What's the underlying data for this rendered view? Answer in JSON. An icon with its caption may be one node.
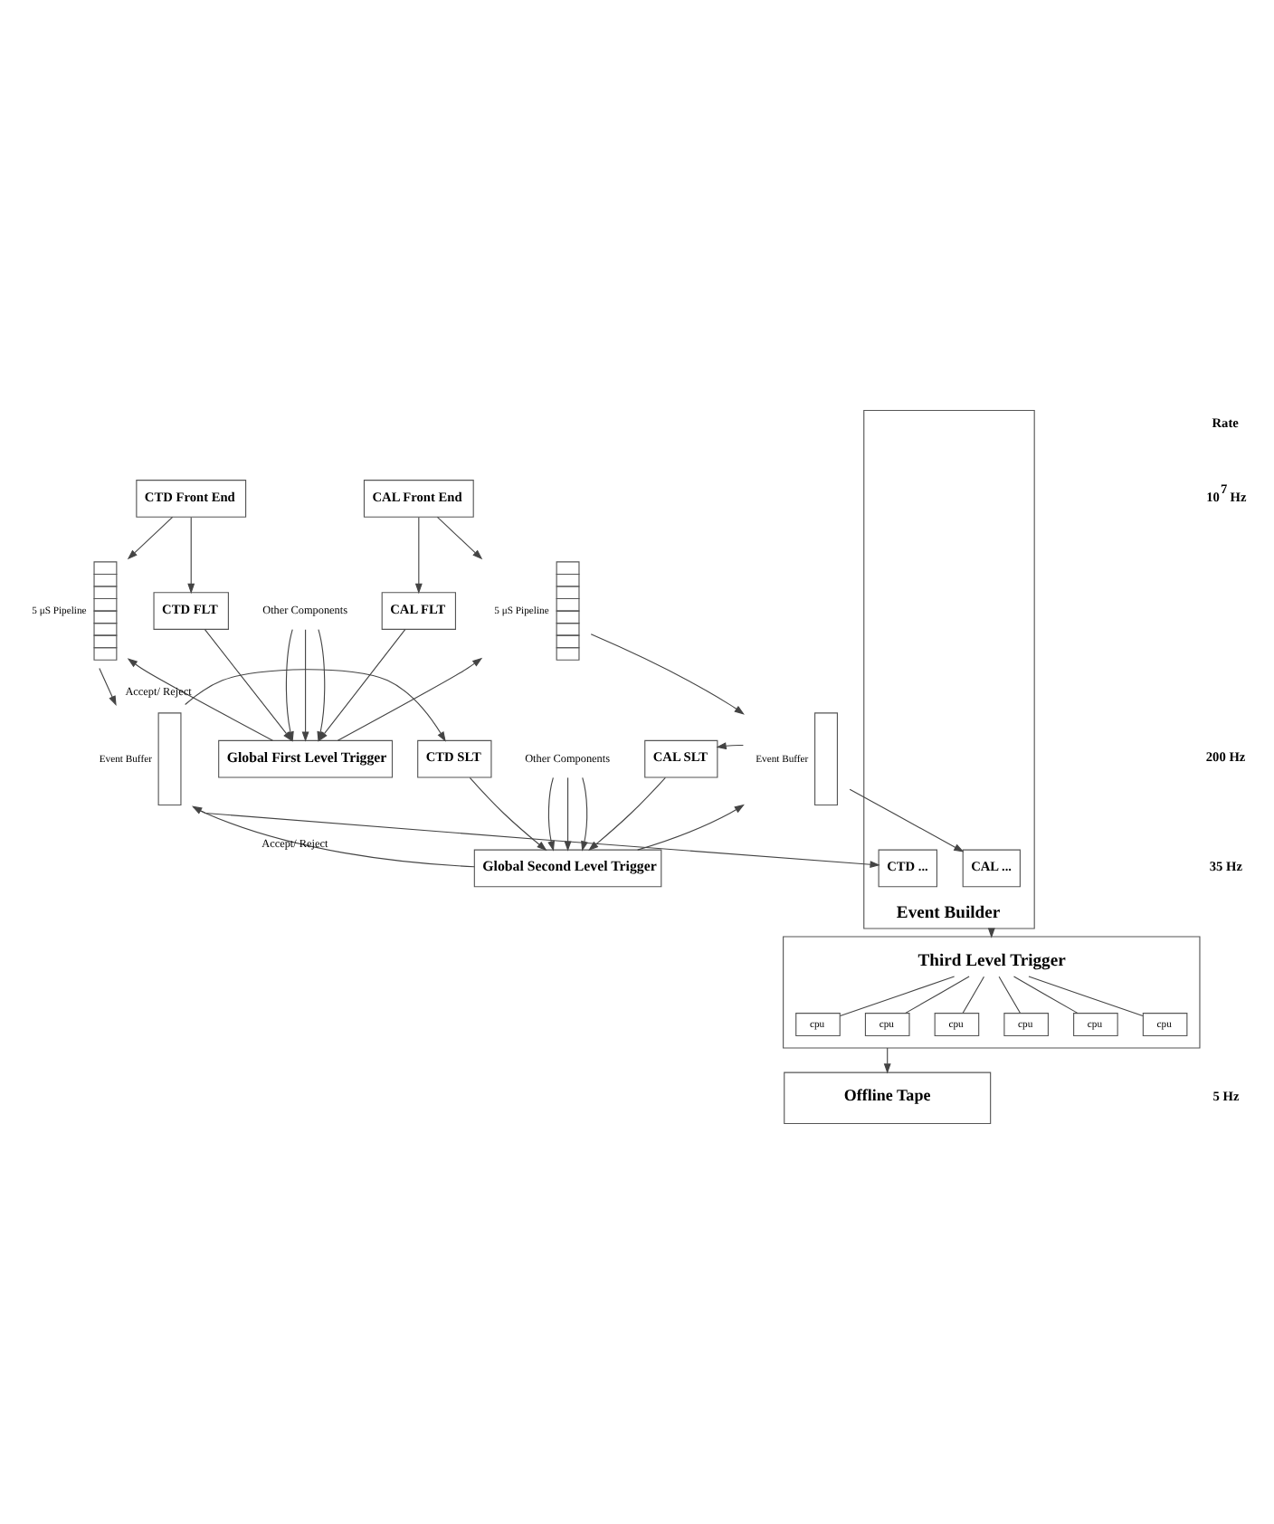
{
  "diagram": {
    "nodes": [
      {
        "text": [
          "CTD Front End"
        ]
      },
      {
        "text": [
          "CAL Front End"
        ]
      },
      {
        "text": [
          "Other Components"
        ]
      },
      {
        "text": [
          "CTD FLT"
        ]
      },
      {
        "text": [
          "CAL FLT"
        ]
      },
      {
        "text": [
          "5 μS Pipeline"
        ]
      },
      {
        "text": [
          "5 μS Pipeline"
        ]
      },
      {
        "text": [
          "Global First Level Trigger"
        ]
      },
      {
        "text": [
          "Other Components"
        ]
      },
      {
        "text": [
          "CTD SLT"
        ]
      },
      {
        "text": [
          "CAL SLT"
        ]
      },
      {
        "text": [
          "Event Buffer"
        ]
      },
      {
        "text": [
          "Event Buffer"
        ]
      },
      {
        "text": [
          "Global Second Level Trigger"
        ]
      },
      {
        "text": [
          "Event Builder"
        ]
      },
      {
        "text": [
          "CTD ..."
        ],
        "in": 14
      },
      {
        "text": [
          "CAL ..."
        ],
        "in": 14
      },
      {
        "text": [
          "Third Level Trigger"
        ]
      },
      {
        "text": [
          "cpu"
        ],
        "in": 17
      },
      {
        "text": [
          "cpu"
        ],
        "in": 17
      },
      {
        "text": [
          "cpu"
        ],
        "in": 17
      },
      {
        "text": [
          "cpu"
        ],
        "in": 17
      },
      {
        "text": [
          "cpu"
        ],
        "in": 17
      },
      {
        "text": [
          "cpu"
        ],
        "in": 17
      },
      {
        "text": [
          "Offline Tape"
        ]
      }
    ],
    "edges": [
      {
        "from": 0,
        "to": 5,
        "arrow": "to"
      },
      {
        "from": 0,
        "to": 3,
        "arrow": "to"
      },
      {
        "from": 1,
        "to": 4,
        "arrow": "to"
      },
      {
        "from": 1,
        "to": 6,
        "arrow": "to"
      },
      {
        "from": 3,
        "to": 7,
        "arrow": "to"
      },
      {
        "from": 4,
        "to": 7,
        "arrow": "to"
      },
      {
        "from": 2,
        "to": 7,
        "arrow": "to"
      },
      {
        "from": 2,
        "to": 7,
        "arrow": "to"
      },
      {
        "from": 2,
        "to": 7,
        "arrow": "to"
      },
      {
        "from": 7,
        "to": 5,
        "arrow": "to",
        "label": "Accept/ Reject"
      },
      {
        "from": 7,
        "to": 6,
        "arrow": "to"
      },
      {
        "from": 5,
        "to": 11,
        "arrow": "to"
      },
      {
        "from": 6,
        "to": 12,
        "arrow": "to"
      },
      {
        "from": 11,
        "to": 9,
        "arrow": "to"
      },
      {
        "from": 12,
        "to": 10,
        "arrow": "to"
      },
      {
        "from": 9,
        "to": 13,
        "arrow": "to"
      },
      {
        "from": 10,
        "to": 13,
        "arrow": "to"
      },
      {
        "from": 8,
        "to": 13,
        "arrow": "to"
      },
      {
        "from": 8,
        "to": 13,
        "arrow": "to"
      },
      {
        "from": 8,
        "to": 13,
        "arrow": "to"
      },
      {
        "from": 13,
        "to": 11,
        "arrow": "to",
        "label": "Accept/ Reject"
      },
      {
        "from": 13,
        "to": 12,
        "arrow": "to"
      },
      {
        "from": 11,
        "to": 15,
        "arrow": "to"
      },
      {
        "from": 12,
        "to": 16,
        "arrow": "to"
      },
      {
        "from": 14,
        "to": 17,
        "arrow": "to"
      },
      {
        "from": 17,
        "to": 18,
        "arrow": "none"
      },
      {
        "from": 17,
        "to": 19,
        "arrow": "none"
      },
      {
        "from": 17,
        "to": 20,
        "arrow": "none"
      },
      {
        "from": 17,
        "to": 21,
        "arrow": "none"
      },
      {
        "from": 17,
        "to": 22,
        "arrow": "none"
      },
      {
        "from": 17,
        "to": 23,
        "arrow": "none"
      },
      {
        "from": 17,
        "to": 24,
        "arrow": "to"
      }
    ],
    "labels": [
      "Rate",
      "10$^{7}$ Hz",
      "200 Hz",
      "35 Hz",
      "5 Hz"
    ]
  }
}
